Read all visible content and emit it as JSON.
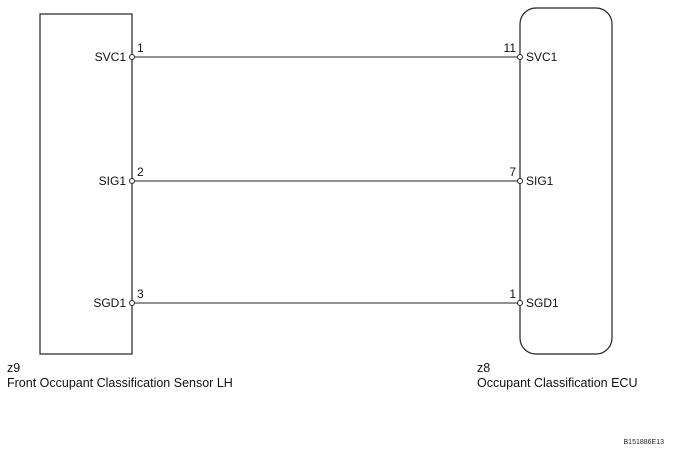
{
  "left_component": {
    "code": "z9",
    "name": "Front Occupant Classification Sensor LH",
    "pins": [
      {
        "number": "1",
        "label": "SVC1"
      },
      {
        "number": "2",
        "label": "SIG1"
      },
      {
        "number": "3",
        "label": "SGD1"
      }
    ]
  },
  "right_component": {
    "code": "z8",
    "name": "Occupant Classification ECU",
    "pins": [
      {
        "number": "11",
        "label": "SVC1"
      },
      {
        "number": "7",
        "label": "SIG1"
      },
      {
        "number": "1",
        "label": "SGD1"
      }
    ]
  },
  "figure_code": "B151886E13",
  "colors": {
    "line": "#222222",
    "background": "#ffffff"
  }
}
